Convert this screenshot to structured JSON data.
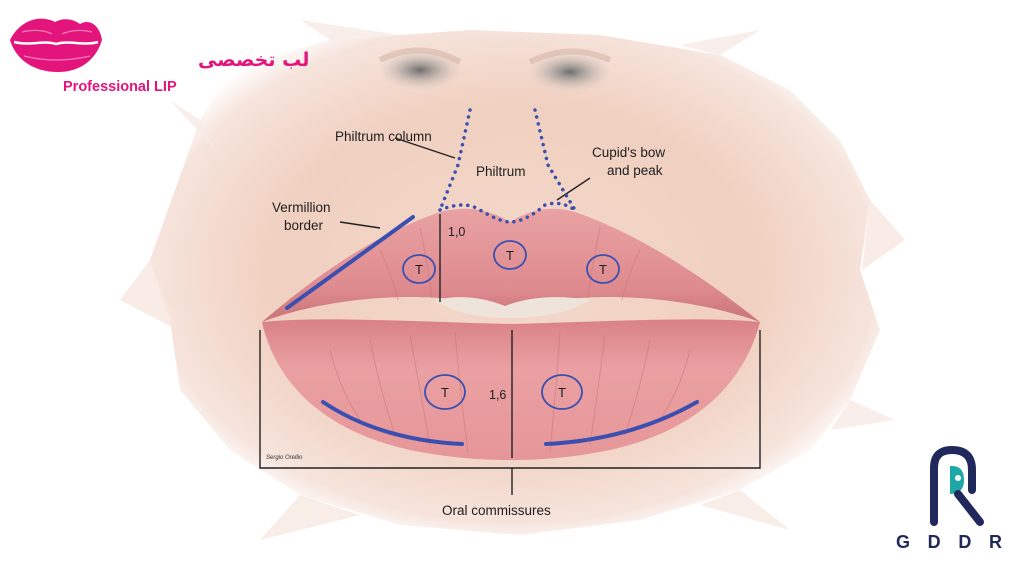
{
  "brand": {
    "arabic_text": "لب تخصصی",
    "english_text": "Professional LIP",
    "color": "#e4147d",
    "logo_icon": "kiss-lips-icon"
  },
  "diagram": {
    "labels": {
      "philtrum_column": "Philtrum column",
      "philtrum": "Philtrum",
      "cupids_bow_line1": "Cupid's bow",
      "cupids_bow_line2": "and peak",
      "vermillion_line1": "Vermillion",
      "vermillion_line2": "border",
      "oral_commissures": "Oral commissures"
    },
    "measurements": {
      "upper": "1,0",
      "lower": "1,6"
    },
    "markers": [
      "T",
      "T",
      "T",
      "T",
      "T"
    ],
    "signature": "Sergio Orellio",
    "colors": {
      "guide_line": "#3b4fb0",
      "lip": "#e8989b",
      "lip_dark": "#b85a62",
      "skin": "#f1d3c4"
    }
  },
  "footer_logo": {
    "text": "GDDR",
    "colors": {
      "navy": "#20285c",
      "teal": "#1fa6a6"
    },
    "icon": "gddr-monogram-icon"
  }
}
